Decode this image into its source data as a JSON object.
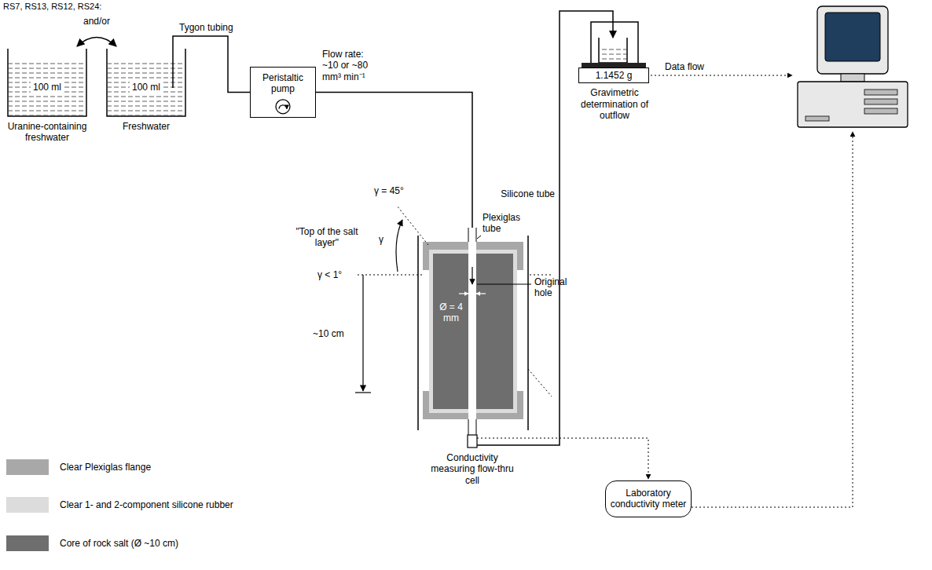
{
  "diagram": {
    "nodes": [
      {
        "text": [
          "100 ml",
          "Uranine-containing freshwater"
        ]
      },
      {
        "text": [
          "100 ml",
          "Freshwater"
        ]
      },
      {
        "text": [
          "Peristaltic pump"
        ]
      },
      {
        "text": [
          "1.1452 g",
          "Gravimetric determination of outflow"
        ]
      },
      {
        "text": [
          "Laboratory conductivity meter"
        ]
      }
    ],
    "edges": [
      {
        "from": 0,
        "to": 1,
        "arrow": "both",
        "label": "and/or"
      },
      {
        "from": 1,
        "to": 2,
        "arrow": "none"
      }
    ],
    "labels": [
      "RS7, RS13, RS12, RS24:",
      "Tygon tubing",
      "Flow rate: ~10 or ~80 mm³ min⁻¹",
      "γ = 45°",
      "γ",
      "\"Top of the salt layer\"",
      "γ < 1°",
      "~10 cm",
      "Plexiglas tube",
      "Original hole",
      "Ø = 4 mm",
      "Conductivity measuring flow-thru cell",
      "Silicone tube",
      "Data flow"
    ],
    "legend": [
      {
        "text": "Clear Plexiglas flange",
        "color": "#a8a8a8"
      },
      {
        "text": "Clear 1- and 2-component silicone rubber",
        "color": "#dcdcdc"
      },
      {
        "text": "Core of rock salt (Ø ~10 cm)",
        "color": "#6e6e6e"
      }
    ]
  }
}
